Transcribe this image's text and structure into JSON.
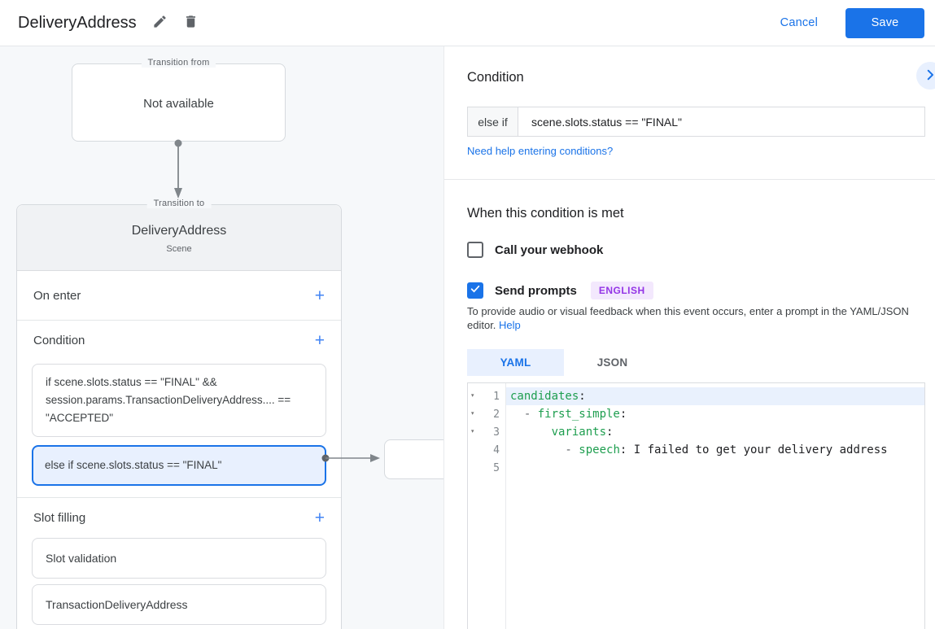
{
  "colors": {
    "accent_blue": "#1a73e8",
    "accent_blue_light": "#e8f0fe",
    "code_key_green": "#1e9e4f",
    "badge_purple": "#9334e6",
    "badge_purple_bg": "#f3e8fd"
  },
  "topbar": {
    "title": "DeliveryAddress",
    "cancel_label": "Cancel",
    "save_label": "Save"
  },
  "canvas": {
    "transition_from": {
      "legend": "Transition from",
      "text": "Not available"
    },
    "scene": {
      "legend": "Transition to",
      "title": "DeliveryAddress",
      "type_label": "Scene",
      "on_enter": {
        "label": "On enter",
        "add_icon": "+"
      },
      "condition": {
        "label": "Condition",
        "add_icon": "+",
        "items": [
          {
            "text": "if scene.slots.status == \"FINAL\" && session.params.TransactionDeliveryAddress.... == \"ACCEPTED\"",
            "selected": false
          },
          {
            "text": "else if scene.slots.status == \"FINAL\"",
            "selected": true
          }
        ]
      },
      "slot_filling": {
        "label": "Slot filling",
        "add_icon": "+",
        "items": [
          "Slot validation",
          "TransactionDeliveryAddress"
        ]
      }
    }
  },
  "panel": {
    "title": "Condition",
    "condition_input": {
      "prefix": "else if",
      "value": "scene.slots.status == \"FINAL\""
    },
    "help_link": "Need help entering conditions?",
    "when_title": "When this condition is met",
    "webhook": {
      "label": "Call your webhook",
      "checked": false
    },
    "prompts": {
      "label": "Send prompts",
      "checked": true,
      "language_badge": "ENGLISH"
    },
    "helper_text": "To provide audio or visual feedback when this event occurs, enter a prompt in the YAML/JSON editor. ",
    "helper_link": "Help",
    "tabs": {
      "yaml": "YAML",
      "json": "JSON"
    },
    "editor": {
      "lines": [
        {
          "num": "1",
          "prefix": "",
          "key": "candidates",
          "suffix": ":"
        },
        {
          "num": "2",
          "prefix": "  - ",
          "key": "first_simple",
          "suffix": ":"
        },
        {
          "num": "3",
          "prefix": "      ",
          "key": "variants",
          "suffix": ":"
        },
        {
          "num": "4",
          "prefix": "        - ",
          "key": "speech",
          "suffix": ": I failed to get your delivery address"
        },
        {
          "num": "5",
          "prefix": "",
          "key": "",
          "suffix": ""
        }
      ]
    }
  }
}
